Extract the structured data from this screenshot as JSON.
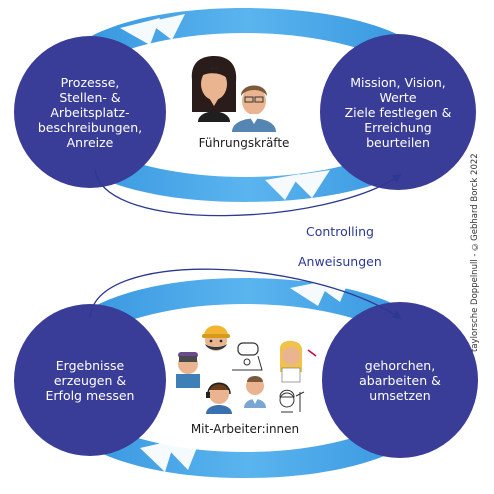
{
  "top_cycle": {
    "left_circle": {
      "lines": [
        "Prozesse,",
        "Stellen- &",
        "Arbeitsplatz-",
        "beschreibungen,",
        "Anreize"
      ]
    },
    "right_circle": {
      "lines": [
        "Mission, Vision,",
        "Werte",
        "Ziele festlegen &",
        "Erreichung",
        "beurteilen"
      ]
    },
    "group_label": "Führungskräfte"
  },
  "bottom_cycle": {
    "left_circle": {
      "lines": [
        "Ergebnisse",
        "erzeugen &",
        "Erfolg messen"
      ]
    },
    "right_circle": {
      "lines": [
        "gehorchen,",
        "abarbeiten &",
        "umsetzen"
      ]
    },
    "group_label": "Mit-Arbeiter:innen"
  },
  "flows": {
    "controlling": "Controlling",
    "anweisungen": "Anweisungen"
  },
  "copyright": "taylorsche Doppelnull - ©Gebhard Borck 2022",
  "colors": {
    "circle": "#3a3d98",
    "ring": "#3ba0e6",
    "ring_light": "#8fcaf2",
    "arrow_line": "#2c3891",
    "text_dark": "#1a1a1a"
  }
}
